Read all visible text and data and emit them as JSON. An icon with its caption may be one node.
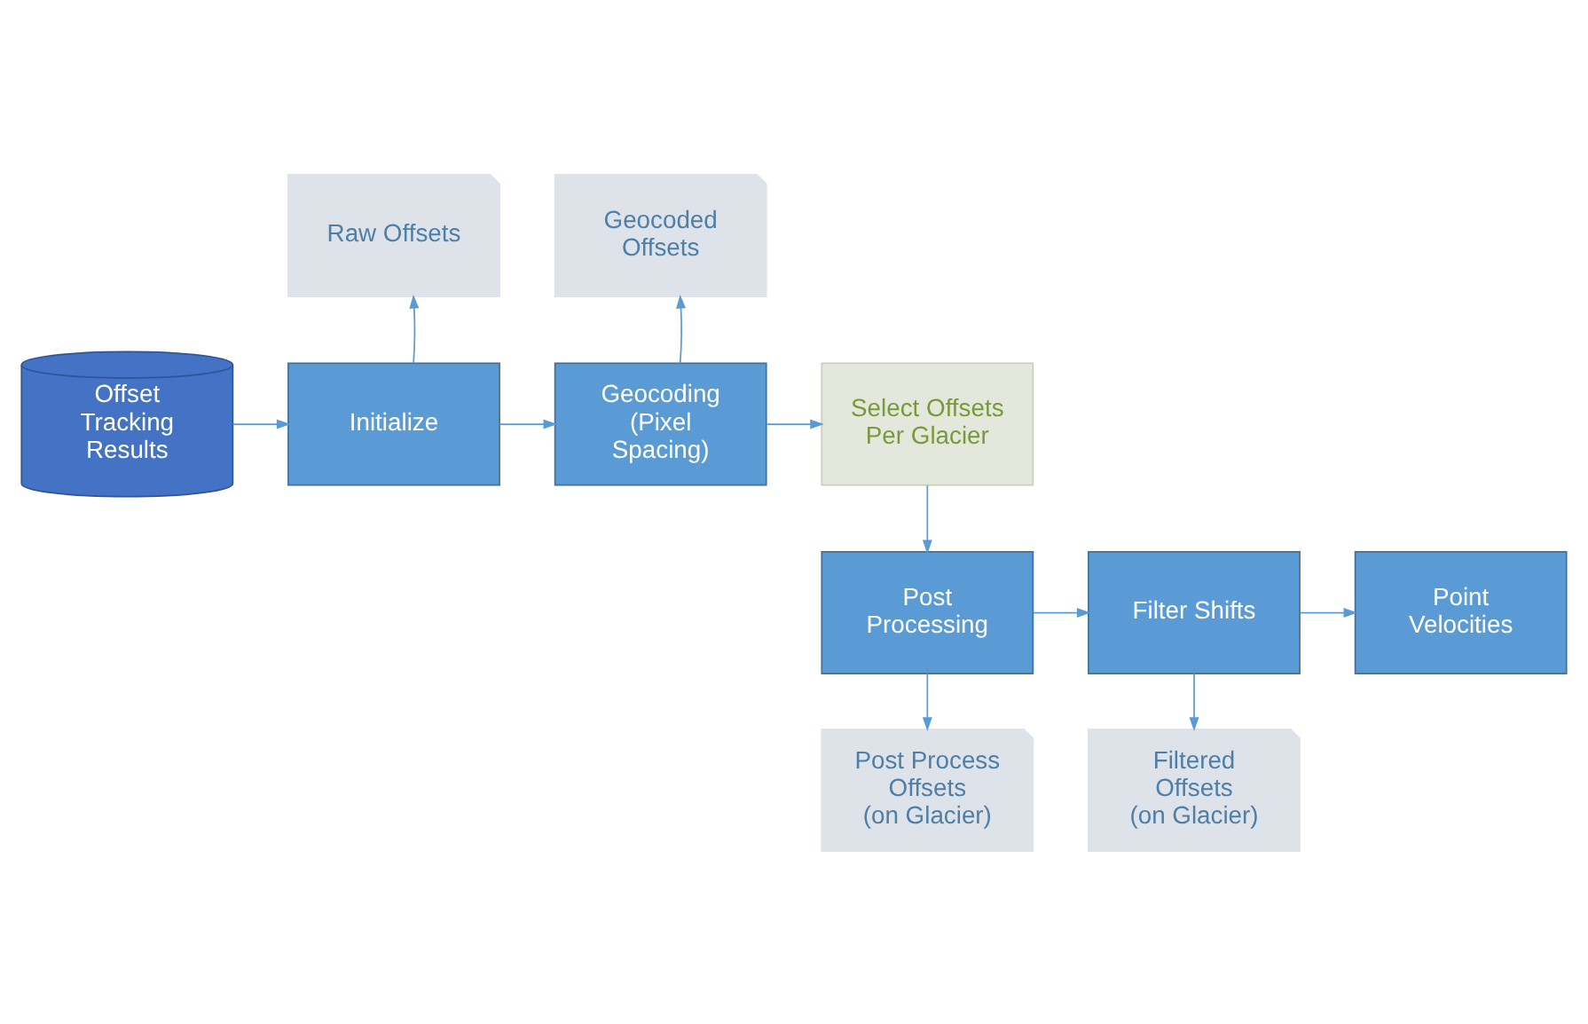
{
  "diagram": {
    "nodes": [
      {
        "text": [
          "Offset Tracking Results"
        ]
      },
      {
        "text": [
          "Initialize"
        ]
      },
      {
        "text": [
          "Raw Offsets"
        ]
      },
      {
        "text": [
          "Geocoding (Pixel Spacing)"
        ]
      },
      {
        "text": [
          "Geocoded Offsets"
        ]
      },
      {
        "text": [
          "Select Offsets Per Glacier"
        ]
      },
      {
        "text": [
          "Post Processing"
        ]
      },
      {
        "text": [
          "Post Process Offsets",
          "(on Glacier)"
        ]
      },
      {
        "text": [
          "Filter Shifts"
        ]
      },
      {
        "text": [
          "Filtered Offsets",
          "(on Glacier)"
        ]
      },
      {
        "text": [
          "Point Velocities"
        ]
      }
    ],
    "edges": [
      {
        "from": 0,
        "to": 1,
        "arrow": "to"
      },
      {
        "from": 1,
        "to": 2,
        "arrow": "to"
      },
      {
        "from": 1,
        "to": 3,
        "arrow": "to"
      },
      {
        "from": 3,
        "to": 4,
        "arrow": "to"
      },
      {
        "from": 3,
        "to": 5,
        "arrow": "to"
      },
      {
        "from": 5,
        "to": 6,
        "arrow": "to"
      },
      {
        "from": 6,
        "to": 7,
        "arrow": "to"
      },
      {
        "from": 6,
        "to": 8,
        "arrow": "to"
      },
      {
        "from": 8,
        "to": 9,
        "arrow": "to"
      },
      {
        "from": 8,
        "to": 10,
        "arrow": "to"
      }
    ]
  }
}
